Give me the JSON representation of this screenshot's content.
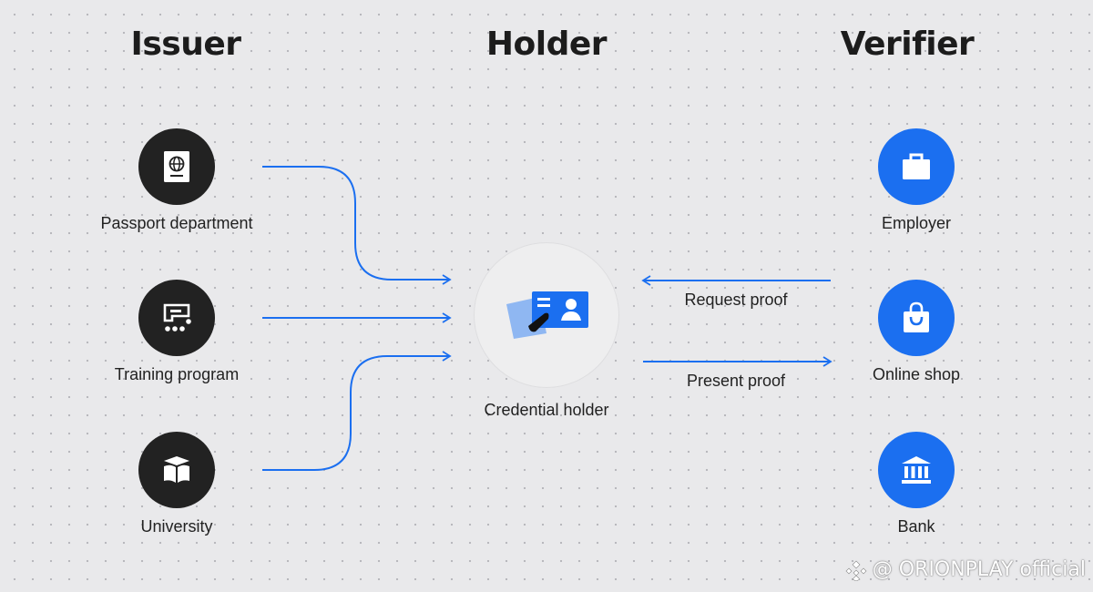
{
  "columns": {
    "issuer": "Issuer",
    "holder": "Holder",
    "verifier": "Verifier"
  },
  "issuers": [
    {
      "label": "Passport department",
      "icon": "passport-icon"
    },
    {
      "label": "Training program",
      "icon": "training-icon"
    },
    {
      "label": "University",
      "icon": "graduation-book-icon"
    }
  ],
  "holder": {
    "label": "Credential holder",
    "icon": "credential-card-icon"
  },
  "verifiers": [
    {
      "label": "Employer",
      "icon": "briefcase-icon"
    },
    {
      "label": "Online shop",
      "icon": "shopping-bag-icon"
    },
    {
      "label": "Bank",
      "icon": "bank-icon"
    }
  ],
  "edges": {
    "request": "Request proof",
    "present": "Present proof"
  },
  "watermark": "@ ORIONPLAY official",
  "colors": {
    "accent": "#1b6ff0",
    "dark_node": "#222222",
    "background": "#e9e9eb"
  }
}
